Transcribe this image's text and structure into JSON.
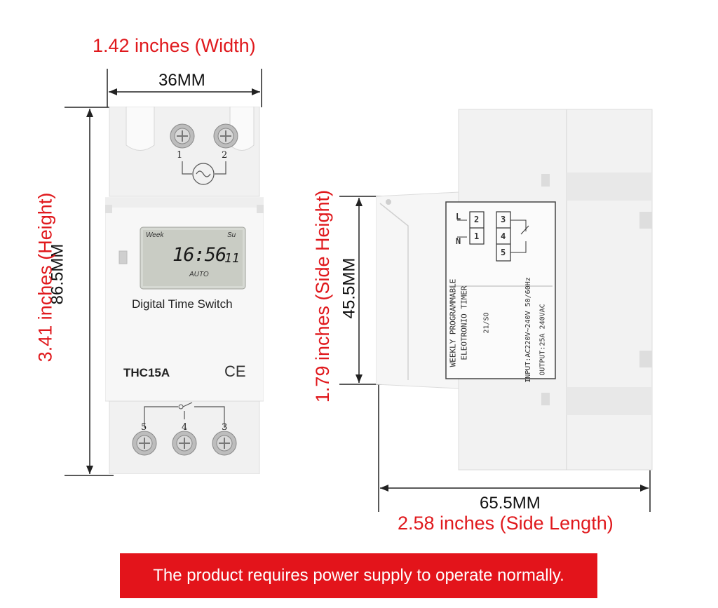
{
  "dimensions": {
    "width_in": "1.42 inches (Width)",
    "width_mm": "36MM",
    "height_in": "3.41 inches (Height)",
    "height_mm": "86.5MM",
    "side_height_in": "1.79 inches (Side Height)",
    "side_height_mm": "45.5MM",
    "side_length_mm": "65.5MM",
    "side_length_in": "2.58 inches (Side Length)"
  },
  "front": {
    "terminal_top_left": "1",
    "terminal_top_right": "2",
    "lcd_week": "Week",
    "lcd_day": "Su",
    "lcd_time": "16:56",
    "lcd_seconds": "11",
    "lcd_mode": "AUTO",
    "product_name": "Digital Time Switch",
    "model": "THC15A",
    "ce_mark": "CE",
    "terminal_bottom_left": "5",
    "terminal_bottom_mid": "4",
    "terminal_bottom_right": "3"
  },
  "side": {
    "label_l": "L",
    "label_n": "N",
    "term_1": "1",
    "term_2": "2",
    "term_3": "3",
    "term_4": "4",
    "term_5": "5",
    "line1": "WEEKLY PROGRAMMABLE",
    "line2": "ELEOTRONIO TIMER",
    "line3": "21/SO",
    "line4": "INPUT:AC220V~240V 50/60Hz",
    "line5": "OUTPUT:25A 240VAC"
  },
  "notice": "The product requires power supply to operate normally.",
  "colors": {
    "accent_red": "#e0191d",
    "banner_red": "#e3141b"
  }
}
